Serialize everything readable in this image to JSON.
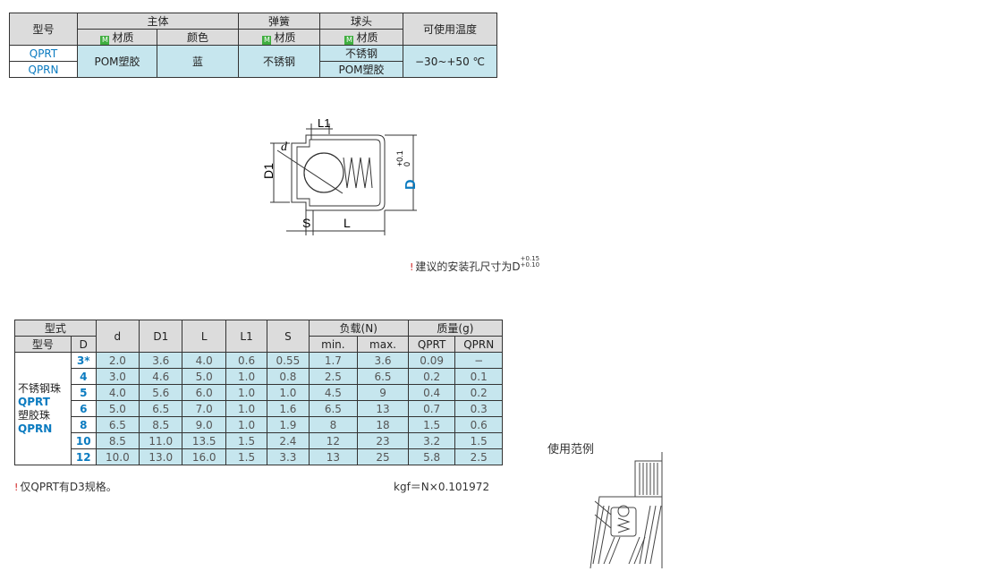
{
  "material_table": {
    "headers": {
      "model": "型号",
      "body": "主体",
      "spring": "弹簧",
      "ball": "球头",
      "temp": "可使用温度",
      "m_badge": "M",
      "material": "材质",
      "color": "颜色"
    },
    "rows": {
      "qprt": "QPRT",
      "qprn": "QPRN",
      "body_material": "POM塑胶",
      "body_color": "蓝",
      "spring_material": "不锈钢",
      "ball_qprt": "不锈钢",
      "ball_qprn": "POM塑胶",
      "temp_range": "−30~+50 ℃"
    }
  },
  "diagram": {
    "l1": "L1",
    "d_small": "d",
    "d1": "D1",
    "s": "S",
    "l": "L",
    "d_big": "D",
    "tol_top": "+0.1",
    "tol_bottom": "0"
  },
  "install_note": {
    "icon": "!",
    "text": "建议的安装孔尺寸为D",
    "tol_top": "+0.15",
    "tol_bottom": "+0.10"
  },
  "dim_table": {
    "headers": {
      "type": "型式",
      "model": "型号",
      "D": "D",
      "d": "d",
      "D1": "D1",
      "L": "L",
      "L1": "L1",
      "S": "S",
      "load": "负载(N)",
      "min": "min.",
      "max": "max.",
      "mass": "质量(g)",
      "qprt": "QPRT",
      "qprn": "QPRN"
    },
    "side": {
      "steel": "不锈钢珠",
      "qprt": "QPRT",
      "plastic": "塑胶珠",
      "qprn": "QPRN"
    },
    "rows": [
      {
        "D": "3*",
        "d": "2.0",
        "D1": "3.6",
        "L": "4.0",
        "L1": "0.6",
        "S": "0.55",
        "min": "1.7",
        "max": "3.6",
        "qprt": "0.09",
        "qprn": "−"
      },
      {
        "D": "4",
        "d": "3.0",
        "D1": "4.6",
        "L": "5.0",
        "L1": "1.0",
        "S": "0.8",
        "min": "2.5",
        "max": "6.5",
        "qprt": "0.2",
        "qprn": "0.1"
      },
      {
        "D": "5",
        "d": "4.0",
        "D1": "5.6",
        "L": "6.0",
        "L1": "1.0",
        "S": "1.0",
        "min": "4.5",
        "max": "9",
        "qprt": "0.4",
        "qprn": "0.2"
      },
      {
        "D": "6",
        "d": "5.0",
        "D1": "6.5",
        "L": "7.0",
        "L1": "1.0",
        "S": "1.6",
        "min": "6.5",
        "max": "13",
        "qprt": "0.7",
        "qprn": "0.3"
      },
      {
        "D": "8",
        "d": "6.5",
        "D1": "8.5",
        "L": "9.0",
        "L1": "1.0",
        "S": "1.9",
        "min": "8",
        "max": "18",
        "qprt": "1.5",
        "qprn": "0.6"
      },
      {
        "D": "10",
        "d": "8.5",
        "D1": "11.0",
        "L": "13.5",
        "L1": "1.5",
        "S": "2.4",
        "min": "12",
        "max": "23",
        "qprt": "3.2",
        "qprn": "1.5"
      },
      {
        "D": "12",
        "d": "10.0",
        "D1": "13.0",
        "L": "16.0",
        "L1": "1.5",
        "S": "3.3",
        "min": "13",
        "max": "25",
        "qprt": "5.8",
        "qprn": "2.5"
      }
    ]
  },
  "footnote": {
    "icon": "!",
    "text": "仅QPRT有D3规格。",
    "conversion": "kgf＝N×0.101972"
  },
  "usage": {
    "label": "使用范例"
  }
}
